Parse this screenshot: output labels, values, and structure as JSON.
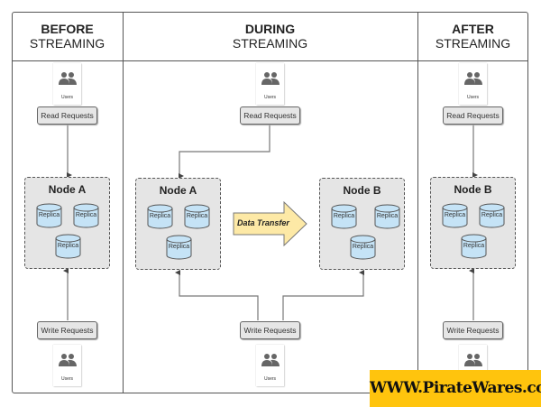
{
  "columns": [
    {
      "id": "before",
      "title_bold": "BEFORE",
      "title_light": "STREAMING"
    },
    {
      "id": "during",
      "title_bold": "DURING",
      "title_light": "STREAMING"
    },
    {
      "id": "after",
      "title_bold": "AFTER",
      "title_light": "STREAMING"
    }
  ],
  "users_label": "Users",
  "read_requests_label": "Read Requests",
  "write_requests_label": "Write Requests",
  "replica_label": "Replica",
  "nodes": {
    "before": "Node A",
    "during_source": "Node A",
    "during_target": "Node B",
    "after": "Node B"
  },
  "transfer_label": "Data Transfer",
  "colors": {
    "node_fill": "#e5e5e5",
    "replica_fill": "#c5e3f6",
    "transfer_fill": "#fde9a6",
    "watermark_bg": "#ffc40d"
  },
  "watermark": "WWW.PirateWares.com"
}
